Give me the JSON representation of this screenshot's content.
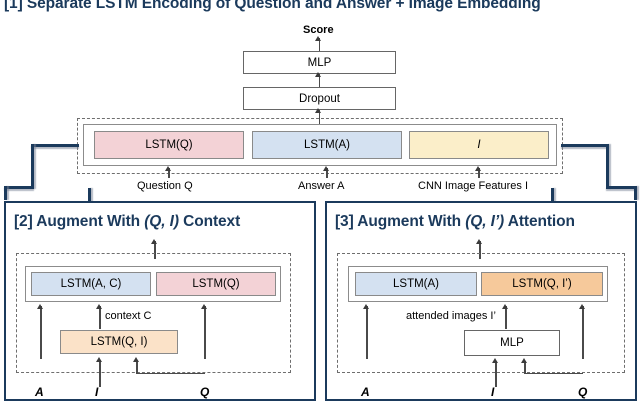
{
  "diagram": {
    "top_section": {
      "title_index": "[1]",
      "title": "Separate LSTM Encoding of Question and Answer + Image Embedding",
      "output_label": "Score",
      "stack": [
        {
          "name": "mlp",
          "label": "MLP"
        },
        {
          "name": "dropout",
          "label": "Dropout"
        }
      ],
      "encoders": [
        {
          "name": "lstm-q",
          "label": "LSTM(Q)",
          "color": "#f3d2d6",
          "input_label": "Question Q"
        },
        {
          "name": "lstm-a",
          "label": "LSTM(A)",
          "color": "#d4e1f1",
          "input_label": "Answer A"
        },
        {
          "name": "image-features",
          "label": "I",
          "color": "#fbeec9",
          "input_label": "CNN Image Features I"
        }
      ]
    },
    "left_section": {
      "title_index": "[2]",
      "title_prefix": "Augment With",
      "title_em": "(Q, I)",
      "title_suffix": "Context",
      "boxes": [
        {
          "name": "lstm-a-c",
          "label": "LSTM(A, C)",
          "color": "#d4e1f1"
        },
        {
          "name": "lstm-q",
          "label": "LSTM(Q)",
          "color": "#f3d2d6"
        },
        {
          "name": "lstm-q-i",
          "label": "LSTM(Q, I)",
          "color": "#fbe2c8"
        }
      ],
      "edge_label": "context C",
      "inputs": [
        "A",
        "I",
        "Q"
      ]
    },
    "right_section": {
      "title_index": "[3]",
      "title_prefix": "Augment With",
      "title_em": "(Q, I’)",
      "title_suffix": "Attention",
      "boxes": [
        {
          "name": "lstm-a",
          "label": "LSTM(A)",
          "color": "#d4e1f1"
        },
        {
          "name": "lstm-q-iprime",
          "label": "LSTM(Q, I’)",
          "color": "#f6c99b"
        },
        {
          "name": "mlp",
          "label": "MLP",
          "color": "#ffffff"
        }
      ],
      "edge_label": "attended images I’",
      "inputs": [
        "A",
        "I",
        "Q"
      ]
    },
    "colors": {
      "navy": "#1b3a5c",
      "pink": "#f3d2d6",
      "blue": "#d4e1f1",
      "yellow": "#fbeec9",
      "orange": "#f6c99b",
      "peach": "#fbe2c8",
      "connector": "#4a4a4a"
    }
  }
}
